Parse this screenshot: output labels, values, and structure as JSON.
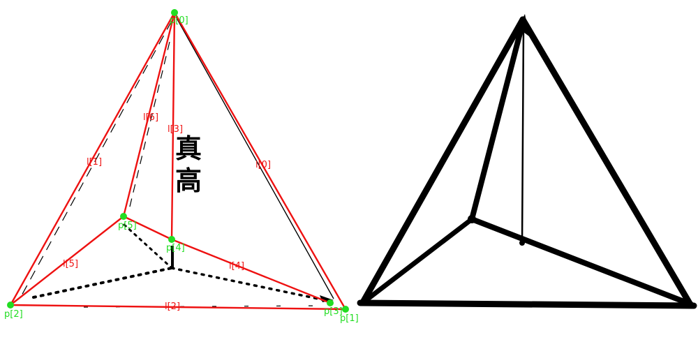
{
  "colors": {
    "annotation_line": "#ee1111",
    "annotation_point": "#22dd22",
    "ink": "#000000",
    "background": "#ffffff"
  },
  "left_panel": {
    "points": [
      "p[0]",
      "p[1]",
      "p[2]",
      "p[3]",
      "p[4]",
      "p[5]"
    ],
    "lines": [
      "l[0]",
      "l[1]",
      "l[2]",
      "l[3]",
      "l[4]",
      "l[5]",
      "l[6]"
    ],
    "inscription": [
      "真",
      "高"
    ]
  },
  "right_panel": {
    "description": ""
  }
}
